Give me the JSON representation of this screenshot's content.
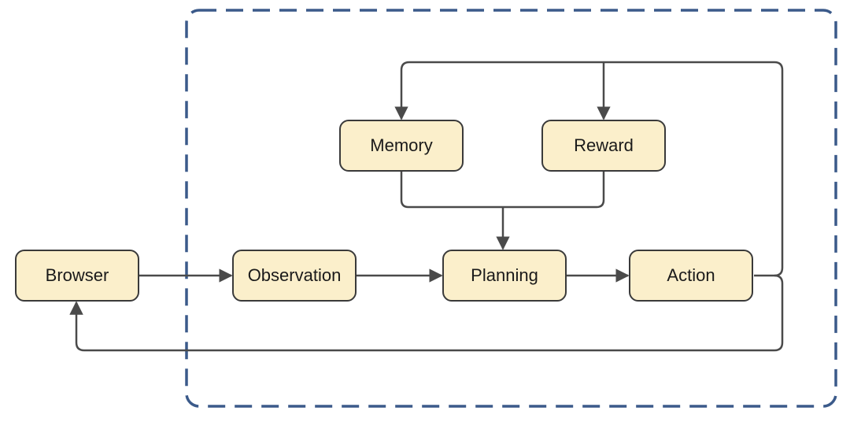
{
  "diagram": {
    "nodes": {
      "browser": "Browser",
      "observation": "Observation",
      "planning": "Planning",
      "action": "Action",
      "memory": "Memory",
      "reward": "Reward"
    },
    "edges": [
      {
        "from": "Browser",
        "to": "Observation"
      },
      {
        "from": "Observation",
        "to": "Planning"
      },
      {
        "from": "Planning",
        "to": "Action"
      },
      {
        "from": "Memory",
        "to": "Planning"
      },
      {
        "from": "Reward",
        "to": "Planning"
      },
      {
        "from": "Action",
        "to": "Memory"
      },
      {
        "from": "Action",
        "to": "Reward"
      },
      {
        "from": "Action",
        "to": "Browser"
      }
    ],
    "colors": {
      "node_fill": "#fbefcb",
      "node_border": "#3a3a3a",
      "edge": "#4a4a4a",
      "agent_boundary": "#3b5a8a"
    }
  }
}
